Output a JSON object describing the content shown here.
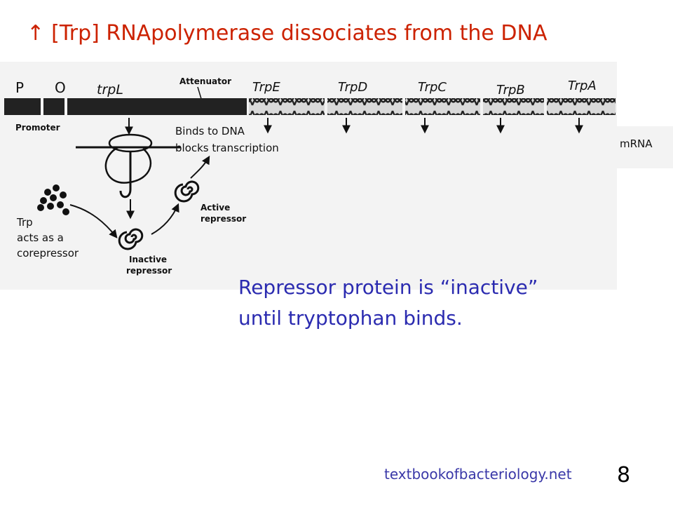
{
  "slide": {
    "title_arrow": "↑",
    "title": "[Trp] RNApolymerase dissociates from the DNA",
    "caption_line1": "Repressor protein is “inactive”",
    "caption_line2": "until tryptophan binds.",
    "source": "textbookofbacteriology.net",
    "page_number": "8"
  },
  "diagram": {
    "labels": {
      "p": "P",
      "o": "O",
      "trpl": "trpL",
      "attenuator": "Attenuator",
      "promoter": "Promoter",
      "binds_line1": "Binds to DNA",
      "binds_line2": "blocks transcription",
      "active_line1": "Active",
      "active_line2": "repressor",
      "trp_line1": "Trp",
      "trp_line2": "acts as a",
      "trp_line3": "corepressor",
      "inactive_line1": "Inactive",
      "inactive_line2": "repressor",
      "mrna": "mRNA"
    },
    "genes": [
      "TrpE",
      "TrpD",
      "TrpC",
      "TrpB",
      "TrpA"
    ]
  }
}
